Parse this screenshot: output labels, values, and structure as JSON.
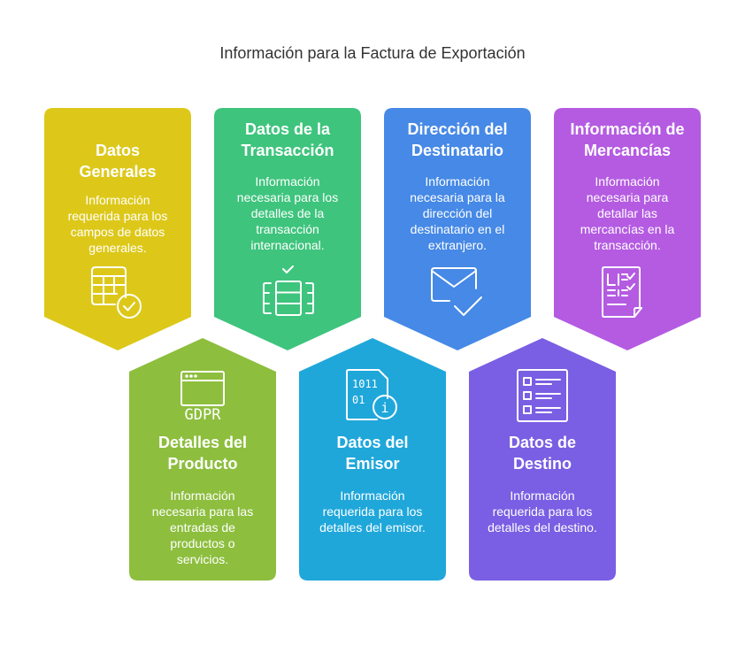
{
  "title": "Información para la Factura de Exportación",
  "cards": [
    {
      "heading_1": "Datos",
      "heading_2": "Generales",
      "description": "Información requerida para los campos de datos generales.",
      "color": "#DDC81A",
      "icon": "table-check-icon"
    },
    {
      "heading_1": "Datos de la",
      "heading_2": "Transacción",
      "description": "Información necesaria para los detalles de la transacción internacional.",
      "color": "#3EC47D",
      "icon": "database-check-icon"
    },
    {
      "heading_1": "Dirección del",
      "heading_2": "Destinatario",
      "description": "Información necesaria para la dirección del destinatario en el extranjero.",
      "color": "#4689E6",
      "icon": "envelope-check-icon"
    },
    {
      "heading_1": "Información de",
      "heading_2": "Mercancías",
      "description": "Información necesaria para detallar las mercancías en la transacción.",
      "color": "#B45BE2",
      "icon": "document-checklist-icon"
    },
    {
      "heading_1": "Detalles del",
      "heading_2": "Producto",
      "description": "Información necesaria para las entradas de productos o servicios.",
      "color": "#8DBE3E",
      "icon": "gdpr-browser-icon",
      "icon_text": "GDPR"
    },
    {
      "heading_1": "Datos del",
      "heading_2": "Emisor",
      "description": "Información requerida para los detalles del emisor.",
      "color": "#1FA7DA",
      "icon": "binary-file-info-icon",
      "icon_text_1": "1011",
      "icon_text_2": "01",
      "icon_text_3": "i"
    },
    {
      "heading_1": "Datos de",
      "heading_2": "Destino",
      "description": "Información requerida para los detalles del destino.",
      "color": "#7A5EE3",
      "icon": "checklist-icon"
    }
  ]
}
